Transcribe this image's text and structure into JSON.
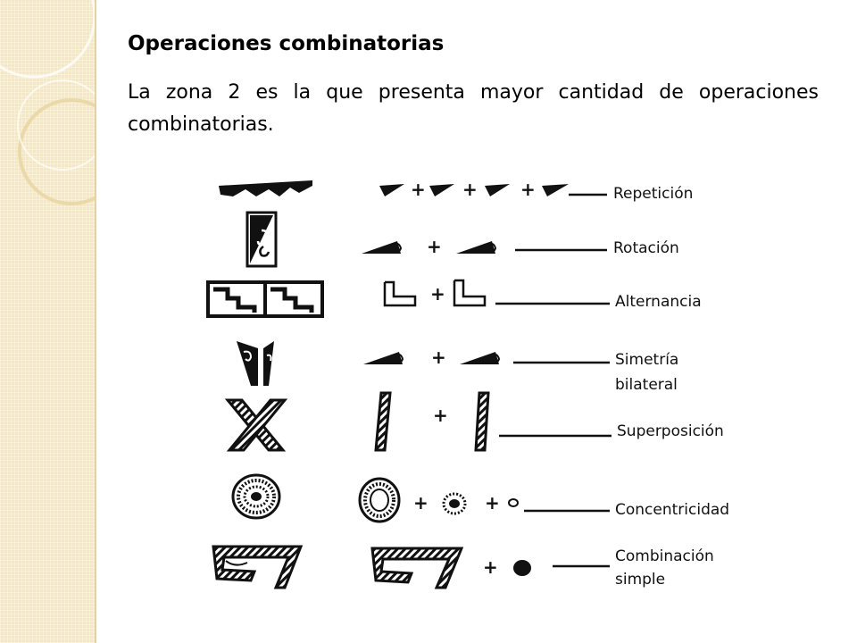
{
  "slide": {
    "title": "Operaciones combinatorias",
    "text": "La zona 2 es la que presenta mayor cantidad de operaciones combinatorias."
  },
  "operations": [
    {
      "label_lines": [
        "Repetición"
      ],
      "motif": "triangle-frieze-icon"
    },
    {
      "label_lines": [
        "Rotación"
      ],
      "motif": "spiral-wedge-icon"
    },
    {
      "label_lines": [
        "Alternancia"
      ],
      "motif": "step-fret-icon"
    },
    {
      "label_lines": [
        "Simetría",
        "bilateral"
      ],
      "motif": "mirrored-wedge-icon"
    },
    {
      "label_lines": [
        "Superposición"
      ],
      "motif": "crossed-bands-icon"
    },
    {
      "label_lines": [
        "Concentricidad"
      ],
      "motif": "concentric-circles-icon"
    },
    {
      "label_lines": [
        "Combinación",
        "simple"
      ],
      "motif": "hooked-band-icon"
    }
  ],
  "plus_sign": "+",
  "colors": {
    "sidebar": "#f4e7c3",
    "ink": "#111111"
  }
}
